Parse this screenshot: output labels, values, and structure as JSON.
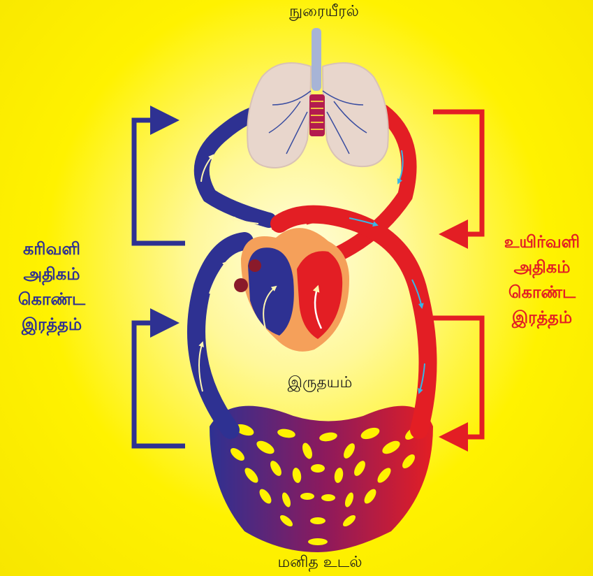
{
  "labels": {
    "lungs": "நுரையீரல்",
    "heart": "இருதயம்",
    "body": "மனித உடல்",
    "deoxygenated": [
      "கரிவளி",
      "அதிகம்",
      "கொண்ட",
      "இரத்தம்"
    ],
    "oxygenated": [
      "உயிர்வளி",
      "அதிகம்",
      "கொண்ட",
      "இரத்தம்"
    ]
  },
  "colors": {
    "background": "#fff200",
    "deoxygenated_blood": "#2e3192",
    "oxygenated_blood": "#e31e24",
    "capillary_fill": "#fff200",
    "lung_tissue": "#e8d6cc",
    "heart_tissue": "#f5a05a",
    "flow_arrow_light": "#fff6b0",
    "flow_arrow_cyan": "#39b5e6"
  },
  "icons": [
    "lungs-icon",
    "heart-icon",
    "body-capillary-icon",
    "bracket-arrow-icon"
  ]
}
